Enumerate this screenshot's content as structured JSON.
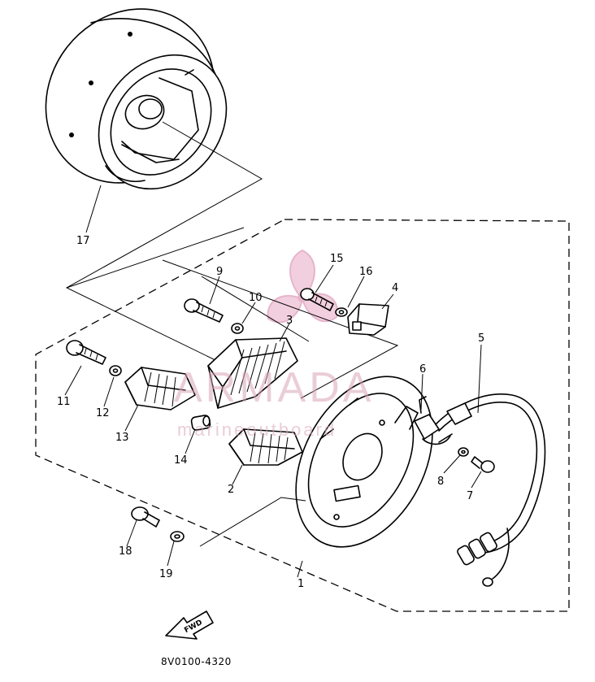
{
  "watermark": {
    "brand": "ARMADA",
    "subtitle": "marineoutboard",
    "accent_color": "#e8a8c4"
  },
  "drawing_code": "8V0100-4320",
  "fwd_marker": "FWD",
  "callouts": [
    {
      "id": "1",
      "label": "1"
    },
    {
      "id": "2",
      "label": "2"
    },
    {
      "id": "3",
      "label": "3"
    },
    {
      "id": "4",
      "label": "4"
    },
    {
      "id": "5",
      "label": "5"
    },
    {
      "id": "6",
      "label": "6"
    },
    {
      "id": "7",
      "label": "7"
    },
    {
      "id": "8",
      "label": "8"
    },
    {
      "id": "9",
      "label": "9"
    },
    {
      "id": "10",
      "label": "10"
    },
    {
      "id": "11",
      "label": "11"
    },
    {
      "id": "12",
      "label": "12"
    },
    {
      "id": "13",
      "label": "13"
    },
    {
      "id": "14",
      "label": "14"
    },
    {
      "id": "15",
      "label": "15"
    },
    {
      "id": "16",
      "label": "16"
    },
    {
      "id": "17",
      "label": "17"
    },
    {
      "id": "18",
      "label": "18"
    },
    {
      "id": "19",
      "label": "19"
    }
  ]
}
